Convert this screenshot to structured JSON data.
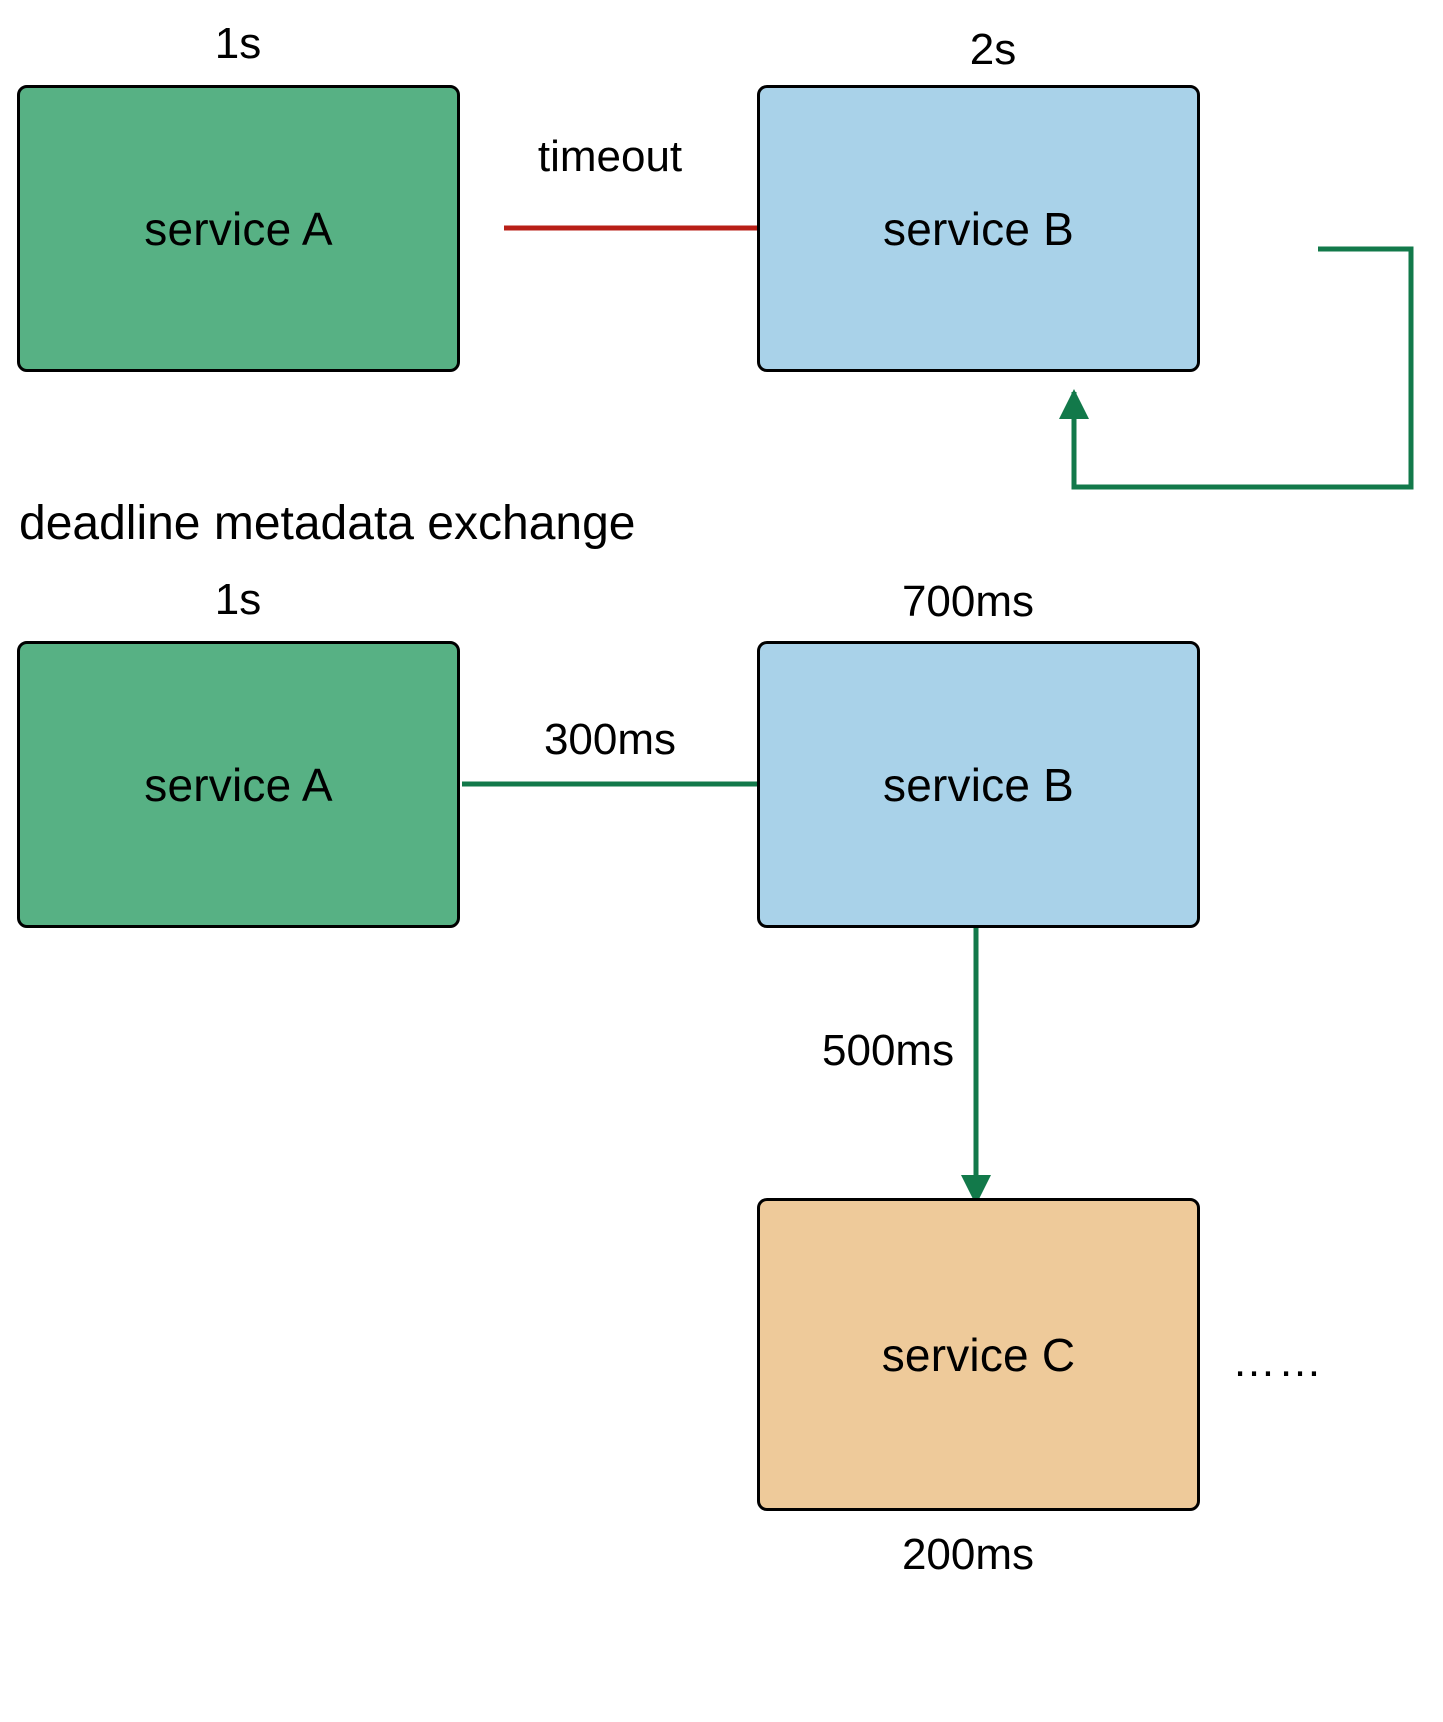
{
  "diagram": {
    "colors": {
      "green_fill": "#57b184",
      "blue_fill": "#a9d2e9",
      "tan_fill": "#eeca9a",
      "node_stroke": "#000000",
      "timeout_arrow": "#b81f17",
      "deadline_arrow": "#12794a",
      "background": "#ffffff"
    },
    "section_title": "deadline metadata exchange",
    "top": {
      "name": "timeout-propagation",
      "nodes": [
        {
          "id": "a",
          "label": "service A",
          "caption": "1s",
          "fill": "green"
        },
        {
          "id": "b",
          "label": "service B",
          "caption": "2s",
          "fill": "blue"
        }
      ],
      "edges": [
        {
          "from": "service A",
          "to": "service B",
          "label": "timeout",
          "color": "#b81f17",
          "kind": "straight-right"
        },
        {
          "from": "service B",
          "to": "service B",
          "label": "",
          "color": "#12794a",
          "kind": "self-loop"
        }
      ]
    },
    "bottom": {
      "name": "deadline-metadata-exchange",
      "nodes": [
        {
          "id": "a2",
          "label": "service A",
          "caption": "1s",
          "fill": "green"
        },
        {
          "id": "b2",
          "label": "service B",
          "caption": "700ms",
          "fill": "blue"
        },
        {
          "id": "c2",
          "label": "service C",
          "caption": "200ms",
          "fill": "tan"
        }
      ],
      "edges": [
        {
          "from": "service A",
          "to": "service B",
          "label": "300ms",
          "color": "#12794a",
          "kind": "straight-right"
        },
        {
          "from": "service B",
          "to": "service C",
          "label": "500ms",
          "color": "#12794a",
          "kind": "straight-down"
        }
      ],
      "continuation": "……"
    }
  }
}
